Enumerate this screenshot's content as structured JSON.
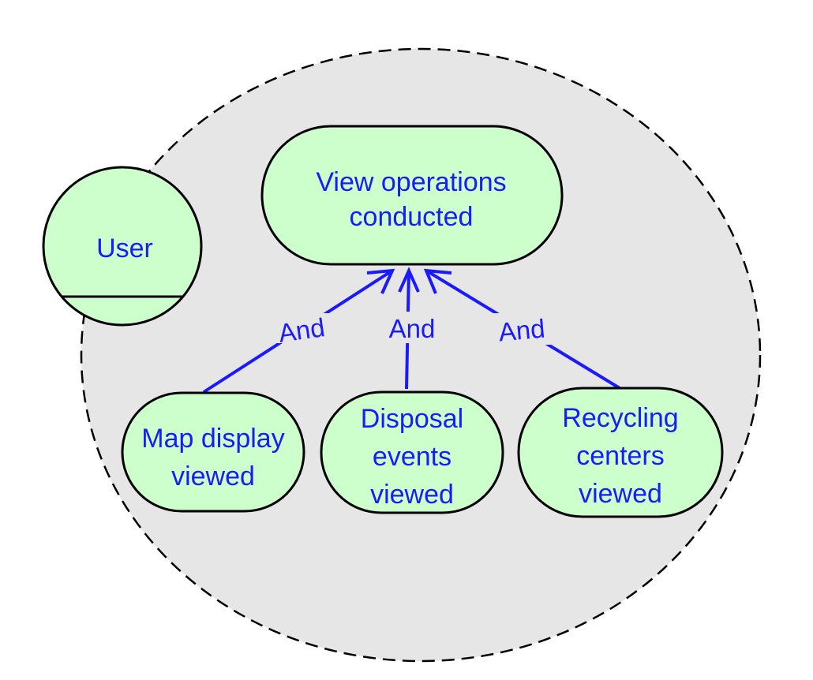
{
  "actor": {
    "name": "User"
  },
  "goals": {
    "root": {
      "line1": "View operations",
      "line2": "conducted"
    },
    "map": {
      "line1": "Map display",
      "line2": "viewed"
    },
    "disposal": {
      "line1": "Disposal",
      "line2": "events",
      "line3": "viewed"
    },
    "recycling": {
      "line1": "Recycling",
      "line2": "centers",
      "line3": "viewed"
    }
  },
  "links": [
    {
      "label": "And"
    },
    {
      "label": "And"
    },
    {
      "label": "And"
    }
  ],
  "colors": {
    "boundary_fill": "#e6e6e6",
    "node_fill": "#ccffcc",
    "link": "#1a1aff",
    "outline": "#000000"
  }
}
